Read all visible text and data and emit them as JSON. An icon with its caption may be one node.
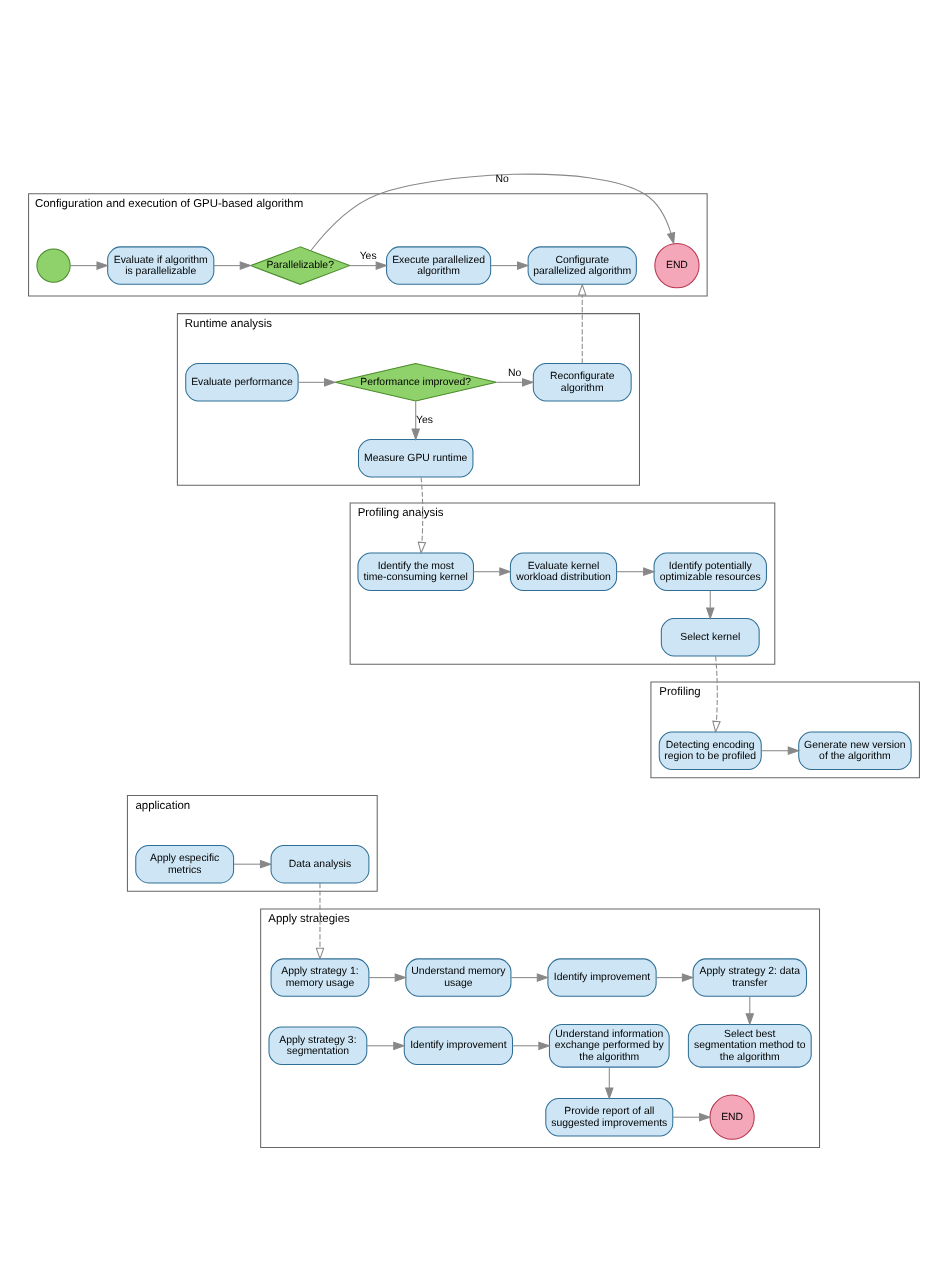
{
  "diagram": {
    "nodes": [
      {
        "text": [
          "Configuration and execution of GPU-based algorithm"
        ]
      },
      {
        "text": [],
        "shape": "circle",
        "in": 0
      },
      {
        "text": [
          "Evaluate if algorithm is parallelizable"
        ],
        "in": 0
      },
      {
        "text": [
          "Parallelizable?"
        ],
        "in": 0
      },
      {
        "text": [
          "END"
        ],
        "in": 0
      },
      {
        "text": [
          "Execute parallelized algorithm"
        ],
        "in": 0
      },
      {
        "text": [
          "Configurate parallelized algorithm"
        ],
        "in": 0
      },
      {
        "text": [
          "Runtime analysis"
        ]
      },
      {
        "text": [
          "Evaluate performance"
        ],
        "in": 7
      },
      {
        "text": [
          "Performance improved?"
        ],
        "in": 7
      },
      {
        "text": [
          "Reconfigurate algorithm"
        ],
        "in": 7
      },
      {
        "text": [
          "Measure GPU runtime"
        ],
        "in": 7
      },
      {
        "text": [
          "Profiling analysis"
        ]
      },
      {
        "text": [
          "Identify the most time-consuming kernel"
        ],
        "in": 12
      },
      {
        "text": [
          "Evaluate kernel workload distribution"
        ],
        "in": 12
      },
      {
        "text": [
          "Identify potentially optimizable resources"
        ],
        "in": 12
      },
      {
        "text": [
          "Select kernel"
        ],
        "in": 12
      },
      {
        "text": [
          "Profiling"
        ]
      },
      {
        "text": [
          "Detecting encoding region to be profiled"
        ],
        "in": 17
      },
      {
        "text": [
          "Generate new version of the algorithm"
        ],
        "in": 17
      },
      {
        "text": [
          "application"
        ]
      },
      {
        "text": [
          "Apply especific metrics"
        ],
        "in": 20
      },
      {
        "text": [
          "Data analysis"
        ],
        "in": 20
      },
      {
        "text": [
          "Apply strategies"
        ]
      },
      {
        "text": [
          "Apply strategy 1: memory usage"
        ],
        "in": 23
      },
      {
        "text": [
          "Understand memory usage"
        ],
        "in": 23
      },
      {
        "text": [
          "Identify improvement"
        ],
        "in": 23
      },
      {
        "text": [
          "Apply strategy 2: data transfer"
        ],
        "in": 23
      },
      {
        "text": [
          "Select best segmentation method to the algorithm"
        ],
        "in": 23
      },
      {
        "text": [
          "Apply strategy 3: segmentation"
        ],
        "in": 23
      },
      {
        "text": [
          "Identify improvement"
        ],
        "in": 23
      },
      {
        "text": [
          "Understand information exchange performed by the algorithm"
        ],
        "in": 23
      },
      {
        "text": [
          "Provide report of all suggested improvements"
        ],
        "in": 23
      },
      {
        "text": [
          "END"
        ],
        "in": 23
      }
    ],
    "edges": [
      {
        "from": 1,
        "to": 2,
        "arrow": "to"
      },
      {
        "from": 2,
        "to": 3,
        "arrow": "to"
      },
      {
        "from": 3,
        "to": 4,
        "arrow": "to",
        "label": "No"
      },
      {
        "from": 3,
        "to": 5,
        "arrow": "to",
        "label": "Yes"
      },
      {
        "from": 5,
        "to": 6,
        "arrow": "to"
      },
      {
        "from": 10,
        "to": 6,
        "arrow": "to",
        "style": "dashed"
      },
      {
        "from": 8,
        "to": 9,
        "arrow": "to"
      },
      {
        "from": 9,
        "to": 10,
        "arrow": "to",
        "label": "No"
      },
      {
        "from": 9,
        "to": 11,
        "arrow": "to",
        "label": "Yes"
      },
      {
        "from": 11,
        "to": 13,
        "arrow": "to",
        "style": "dashed"
      },
      {
        "from": 13,
        "to": 14,
        "arrow": "to"
      },
      {
        "from": 14,
        "to": 15,
        "arrow": "to"
      },
      {
        "from": 15,
        "to": 16,
        "arrow": "to"
      },
      {
        "from": 16,
        "to": 18,
        "arrow": "to",
        "style": "dashed"
      },
      {
        "from": 18,
        "to": 19,
        "arrow": "to"
      },
      {
        "from": 21,
        "to": 22,
        "arrow": "to"
      },
      {
        "from": 22,
        "to": 24,
        "arrow": "to",
        "style": "dashed"
      },
      {
        "from": 24,
        "to": 25,
        "arrow": "to"
      },
      {
        "from": 25,
        "to": 26,
        "arrow": "to"
      },
      {
        "from": 26,
        "to": 27,
        "arrow": "to"
      },
      {
        "from": 27,
        "to": 28,
        "arrow": "to"
      },
      {
        "from": 29,
        "to": 30,
        "arrow": "to"
      },
      {
        "from": 30,
        "to": 31,
        "arrow": "to"
      },
      {
        "from": 31,
        "to": 32,
        "arrow": "to"
      },
      {
        "from": 32,
        "to": 33,
        "arrow": "to"
      }
    ]
  }
}
